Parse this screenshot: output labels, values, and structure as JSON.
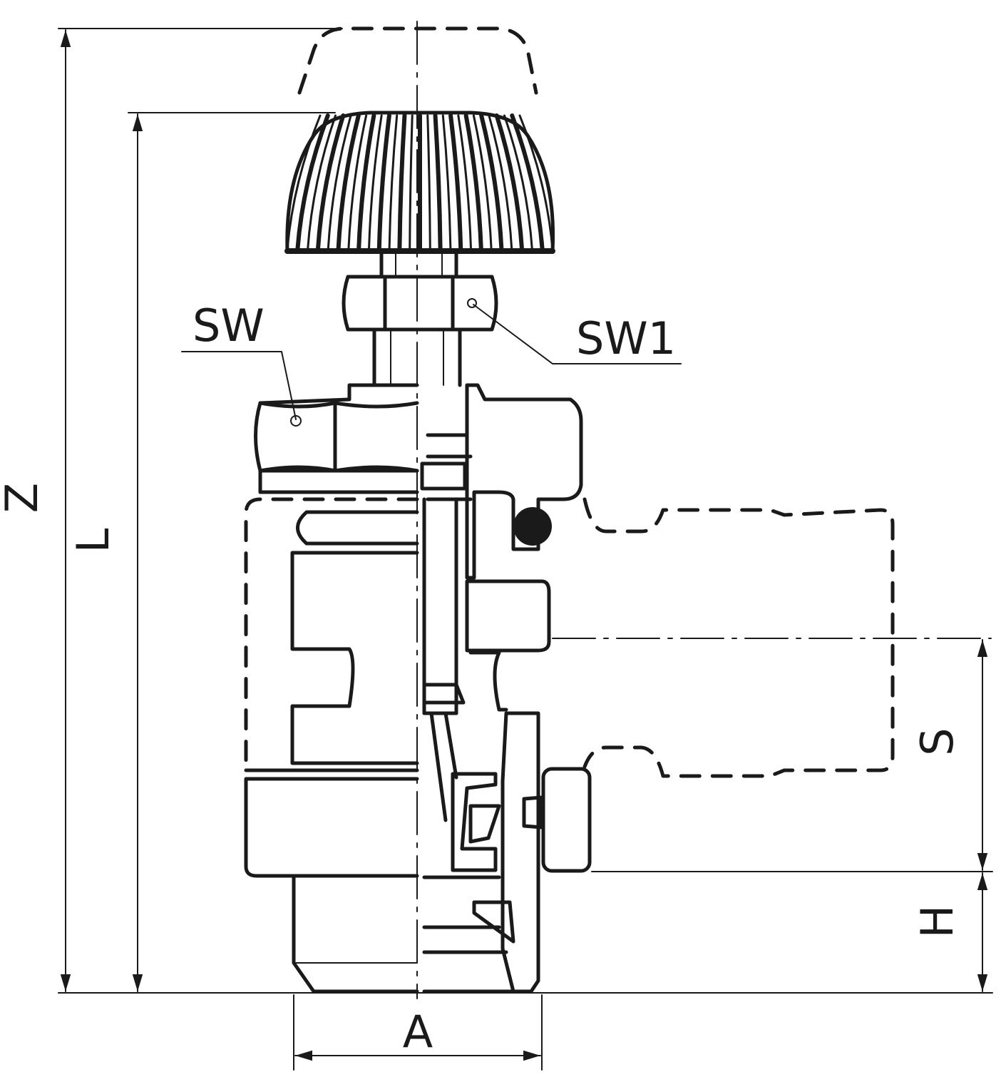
{
  "drawing": {
    "callouts": {
      "sw": "SW",
      "sw1": "SW1"
    },
    "dimensions": {
      "z": "Z",
      "l": "L",
      "s": "S",
      "h": "H",
      "a": "A"
    },
    "colors": {
      "ink": "#1a1a1a",
      "background": "#ffffff"
    }
  }
}
